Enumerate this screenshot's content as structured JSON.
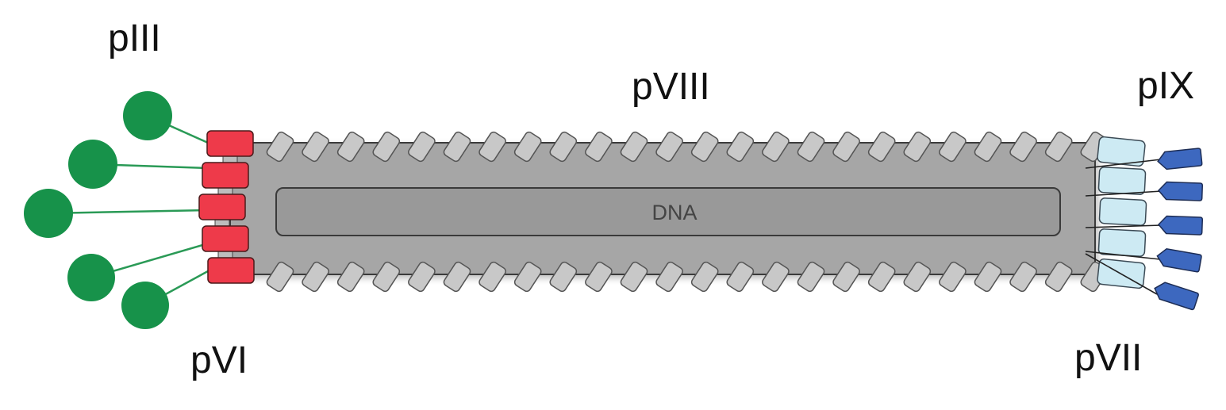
{
  "labels": {
    "p3": "pIII",
    "p8": "pVIII",
    "p9": "pIX",
    "p6": "pVI",
    "p7": "pVII",
    "dna": "DNA"
  },
  "colors": {
    "capsid_body": "#a6a6a6",
    "capsid_outline": "#3a3a3a",
    "dna_box": "#999999",
    "p8_subunit": "#c8c8c8",
    "p3_ball": "#17924a",
    "p3_stalk": "#2a9a56",
    "p6_block": "#ee3a4a",
    "p7_block": "#cdeaf3",
    "p9_tag": "#3d68bf"
  },
  "components": {
    "p3_count": 5,
    "p6_count": 5,
    "p7_count": 5,
    "p9_count": 5,
    "p8_per_row": 24
  }
}
